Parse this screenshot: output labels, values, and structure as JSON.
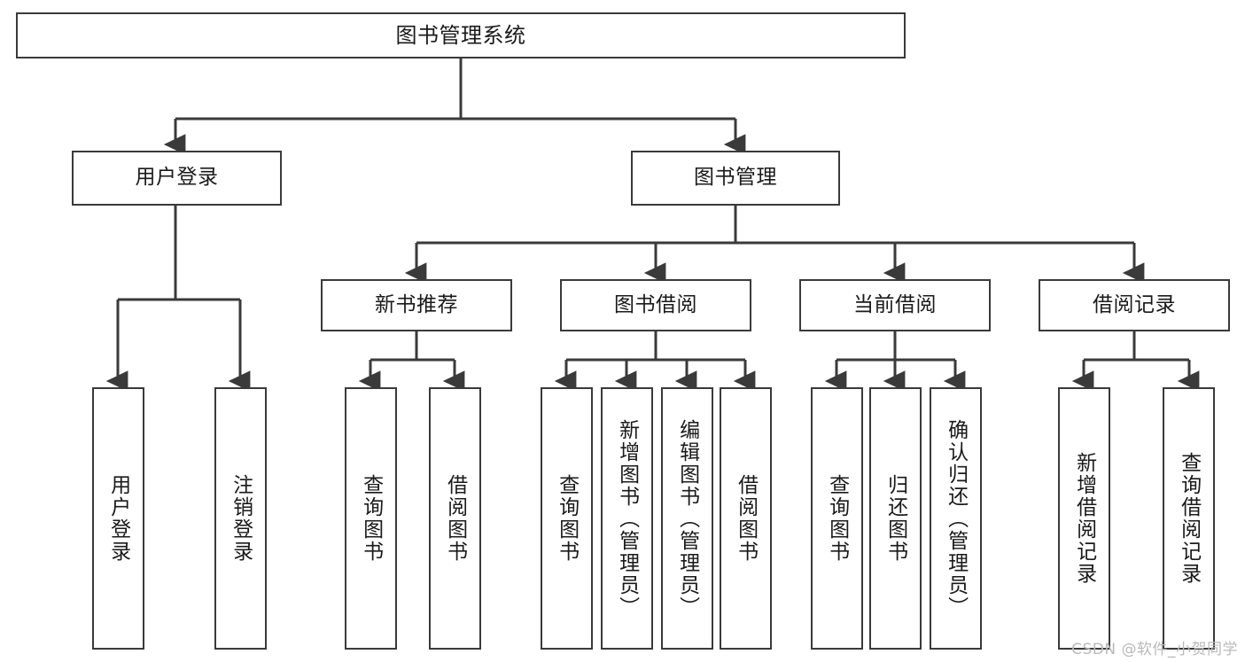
{
  "diagram": {
    "title": "图书管理系统",
    "type": "tree",
    "watermark": "CSDN @软件_小贺同学",
    "line_color": "#3a3a3a",
    "box_fill": "#ffffff",
    "text_color": "#1a1a1a"
  },
  "nodes": {
    "root": {
      "label": "图书管理系统"
    },
    "level2": [
      {
        "label": "用户登录"
      },
      {
        "label": "图书管理"
      }
    ],
    "level3": [
      {
        "label": "新书推荐"
      },
      {
        "label": "图书借阅"
      },
      {
        "label": "当前借阅"
      },
      {
        "label": "借阅记录"
      }
    ],
    "leaves": {
      "user_login": [
        {
          "label": "用户登录"
        },
        {
          "label": "注销登录"
        }
      ],
      "new_book_recommend": [
        {
          "label": "查询图书"
        },
        {
          "label": "借阅图书"
        }
      ],
      "book_borrow": [
        {
          "label": "查询图书"
        },
        {
          "label": "新增图书（管理员）"
        },
        {
          "label": "编辑图书（管理员）"
        },
        {
          "label": "借阅图书"
        }
      ],
      "current_borrow": [
        {
          "label": "查询图书"
        },
        {
          "label": "归还图书"
        },
        {
          "label": "确认归还（管理员）"
        }
      ],
      "borrow_record": [
        {
          "label": "新增借阅记录"
        },
        {
          "label": "查询借阅记录"
        }
      ]
    }
  }
}
